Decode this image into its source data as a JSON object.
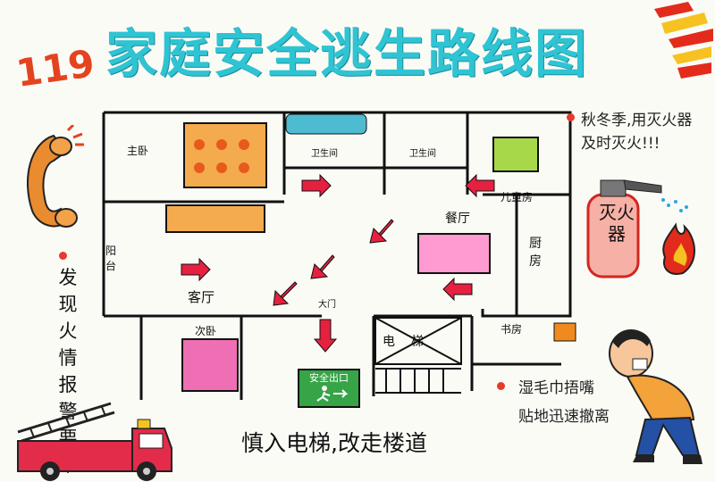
{
  "title": "家庭安全逃生路线图",
  "emergency_number": "119",
  "rooms": {
    "master_bedroom": "主卧",
    "bathroom_1": "卫生间",
    "bathroom_2": "卫生间",
    "kids_room": "儿童房",
    "dining_room": "餐厅",
    "kitchen": "厨房",
    "balcony": "阳台",
    "living_room": "客厅",
    "entrance": "大门",
    "second_bedroom": "次卧",
    "elevator": "电梯",
    "study": "书房"
  },
  "exit_sign": "安全出口",
  "left_note": "发现火情报警要早",
  "right_top_note": [
    "秋冬季,用灭火器",
    "及时灭火!!!"
  ],
  "right_bottom_note": [
    "湿毛巾捂嘴",
    "贴地迅速撤离"
  ],
  "extinguisher_label": "灭火器",
  "bottom_note": "慎入电梯,改走楼道",
  "colors": {
    "title": "#2fc4d3",
    "arrow": "#e5213f",
    "accent": "#e4431f"
  }
}
